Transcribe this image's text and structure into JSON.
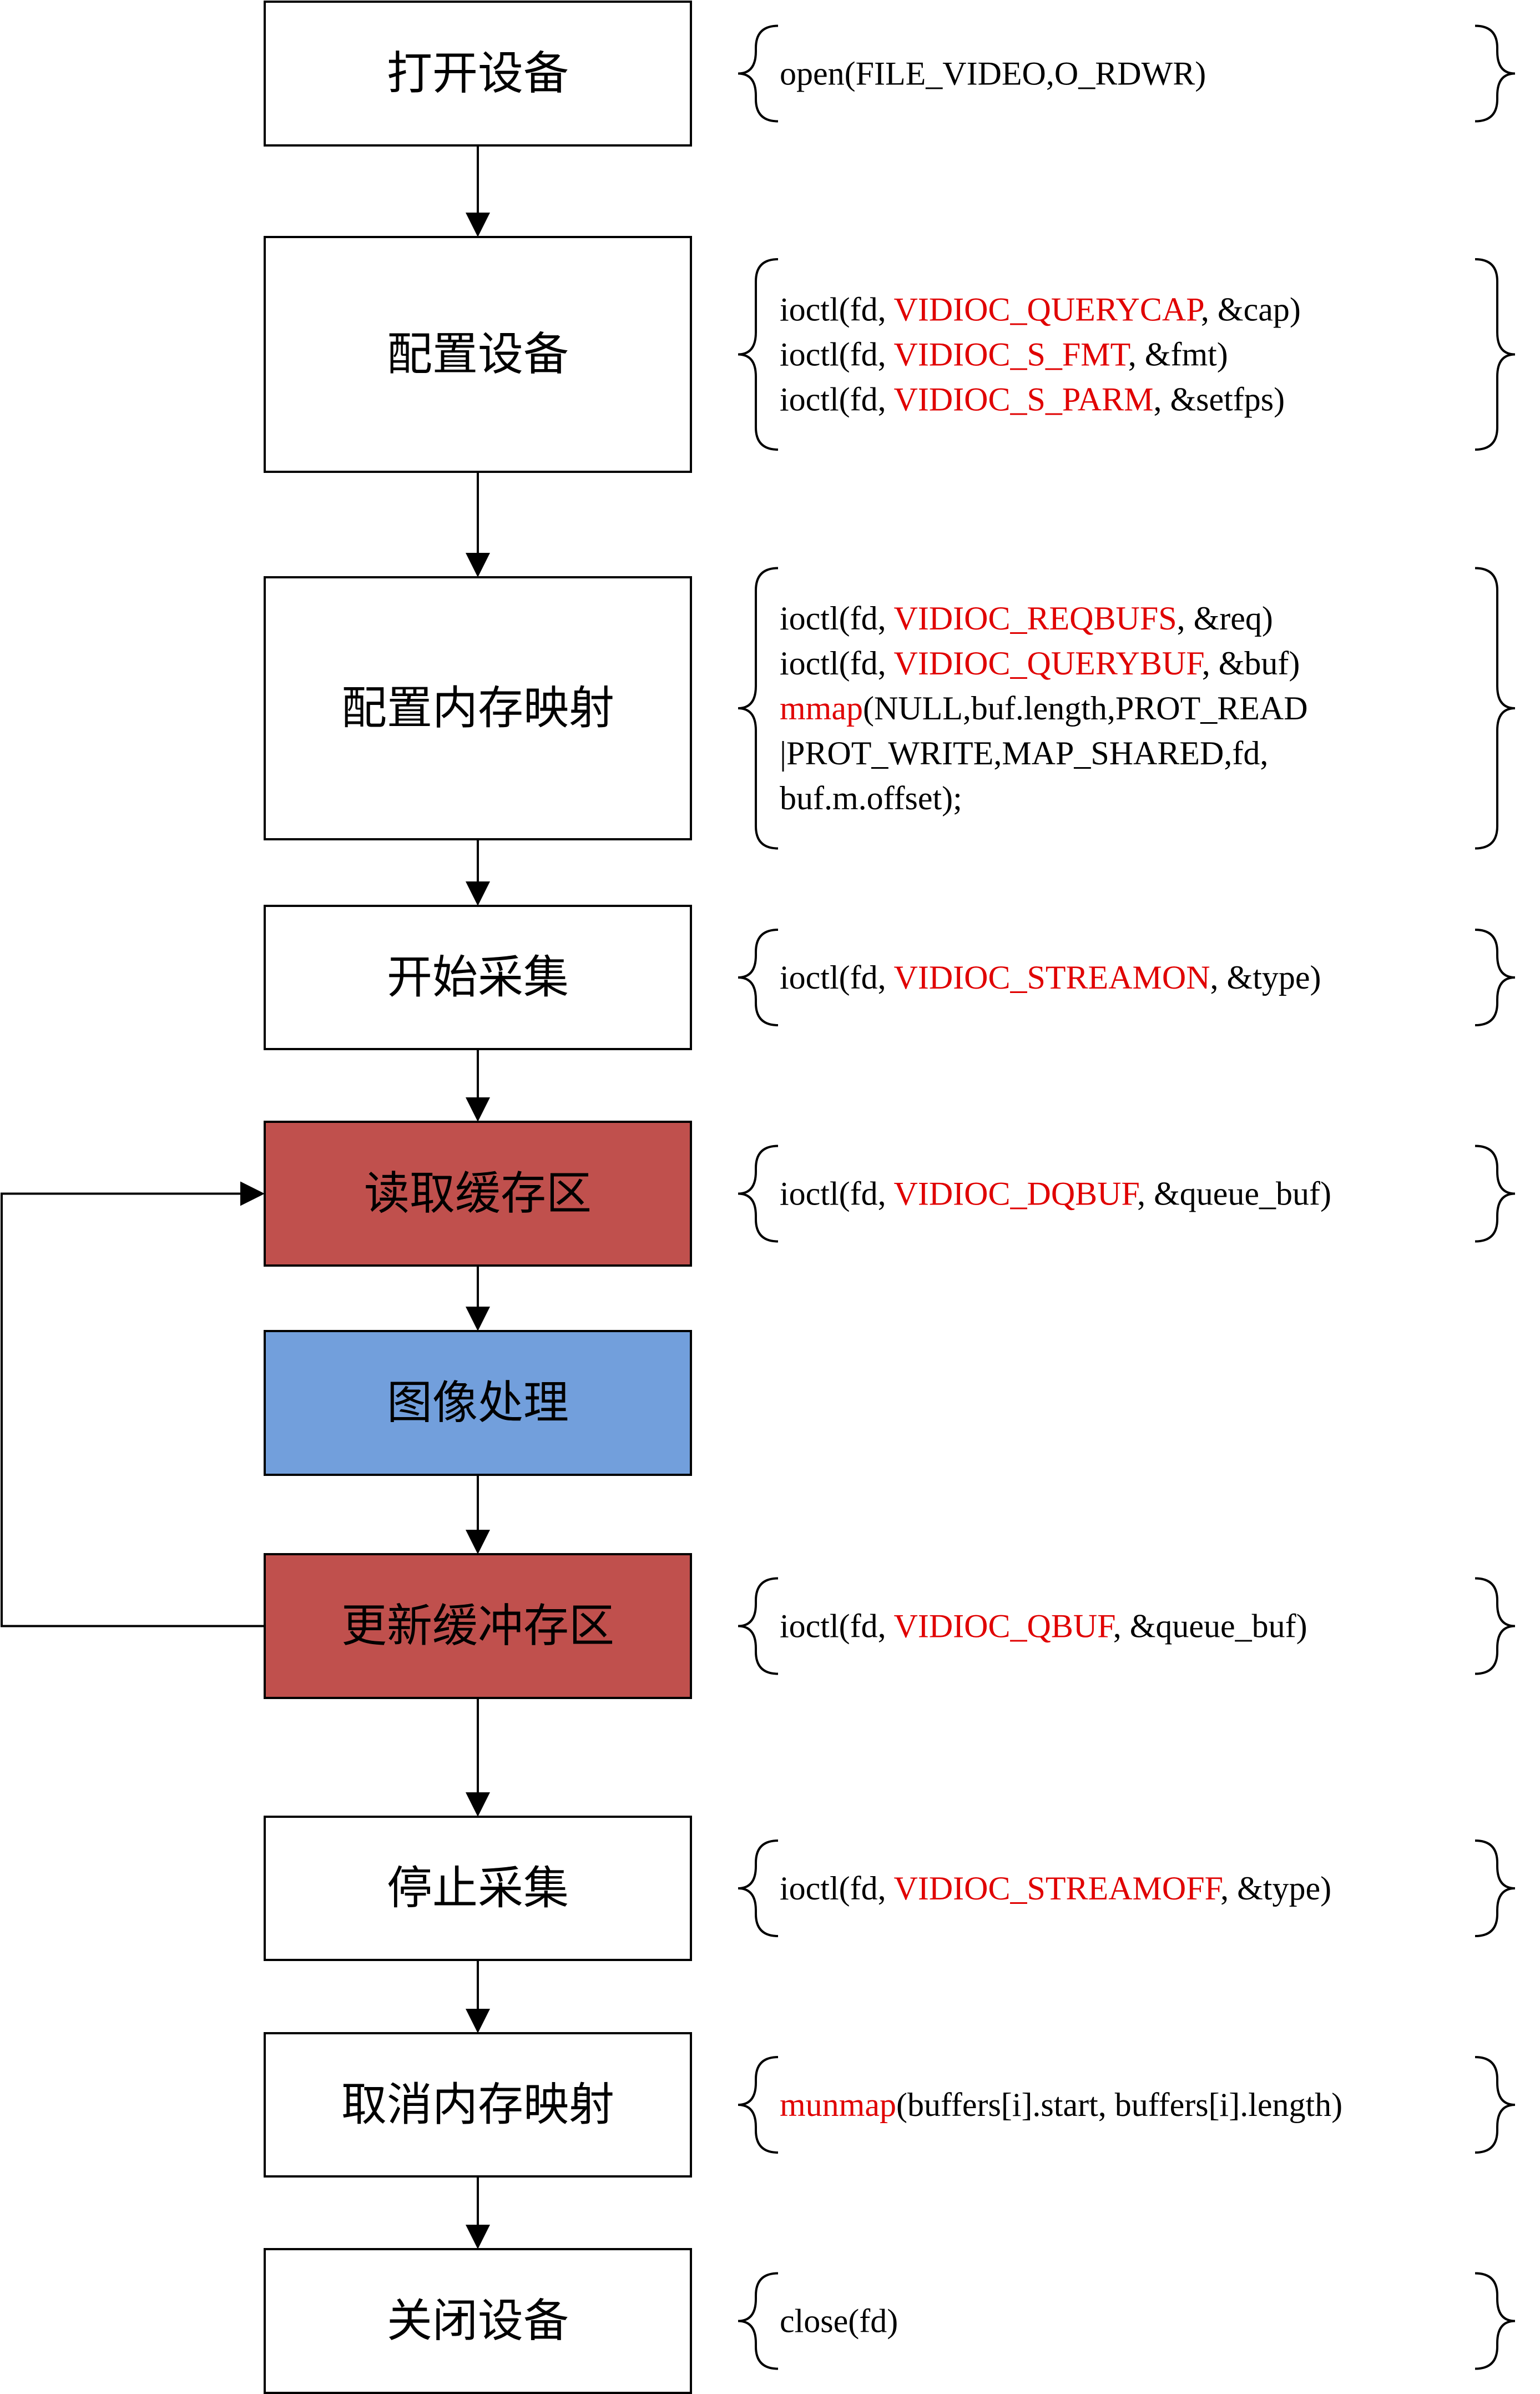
{
  "steps": [
    {
      "label": "打开设备",
      "color": "#ffffff",
      "code": [
        [
          {
            "t": "open(FILE_VIDEO,O_RDWR)"
          }
        ]
      ]
    },
    {
      "label": "配置设备",
      "color": "#ffffff",
      "code": [
        [
          {
            "t": "ioctl(fd, "
          },
          {
            "t": "VIDIOC_QUERYCAP",
            "red": true
          },
          {
            "t": ", &cap)"
          }
        ],
        [
          {
            "t": "ioctl(fd, "
          },
          {
            "t": "VIDIOC_S_FMT",
            "red": true
          },
          {
            "t": ", &fmt)"
          }
        ],
        [
          {
            "t": "ioctl(fd, "
          },
          {
            "t": "VIDIOC_S_PARM",
            "red": true
          },
          {
            "t": ", &setfps)"
          }
        ]
      ]
    },
    {
      "label": "配置内存映射",
      "color": "#ffffff",
      "code": [
        [
          {
            "t": "ioctl(fd, "
          },
          {
            "t": "VIDIOC_REQBUFS",
            "red": true
          },
          {
            "t": ", &req)"
          }
        ],
        [
          {
            "t": "ioctl(fd, "
          },
          {
            "t": "VIDIOC_QUERYBUF",
            "red": true
          },
          {
            "t": ", &buf)"
          }
        ],
        [
          {
            "t": "mmap",
            "red": true
          },
          {
            "t": "(NULL,buf.length,PROT_READ"
          }
        ],
        [
          {
            "t": "|PROT_WRITE,MAP_SHARED,fd,"
          }
        ],
        [
          {
            "t": "buf.m.offset);"
          }
        ]
      ]
    },
    {
      "label": "开始采集",
      "color": "#ffffff",
      "code": [
        [
          {
            "t": "ioctl(fd, "
          },
          {
            "t": "VIDIOC_STREAMON",
            "red": true
          },
          {
            "t": ", &type)"
          }
        ]
      ]
    },
    {
      "label": "读取缓存区",
      "color": "#c0504d",
      "code": [
        [
          {
            "t": "ioctl(fd, "
          },
          {
            "t": "VIDIOC_DQBUF",
            "red": true
          },
          {
            "t": ", &queue_buf)"
          }
        ]
      ]
    },
    {
      "label": "图像处理",
      "color": "#729fdc",
      "code": []
    },
    {
      "label": "更新缓冲存区",
      "color": "#c0504d",
      "code": [
        [
          {
            "t": "ioctl(fd, "
          },
          {
            "t": "VIDIOC_QBUF",
            "red": true
          },
          {
            "t": ", &queue_buf)"
          }
        ]
      ]
    },
    {
      "label": "停止采集",
      "color": "#ffffff",
      "code": [
        [
          {
            "t": "ioctl(fd, "
          },
          {
            "t": "VIDIOC_STREAMOFF",
            "red": true
          },
          {
            "t": ", &type)"
          }
        ]
      ]
    },
    {
      "label": "取消内存映射",
      "color": "#ffffff",
      "code": [
        [
          {
            "t": "munmap",
            "red": true
          },
          {
            "t": "(buffers[i].start, buffers[i].length)"
          }
        ]
      ]
    },
    {
      "label": "关闭设备",
      "color": "#ffffff",
      "code": [
        [
          {
            "t": "close(fd)"
          }
        ]
      ]
    }
  ]
}
